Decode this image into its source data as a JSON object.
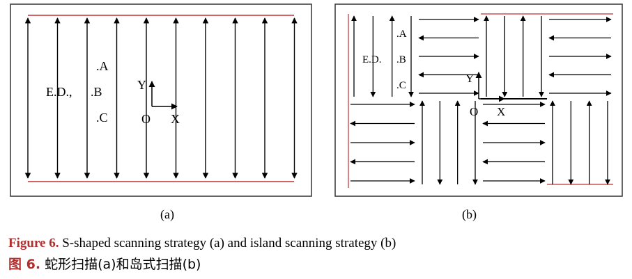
{
  "panels": {
    "a": {
      "sublabel": "(a)",
      "points": [
        "E.D.,",
        ".A",
        ".B",
        ".C"
      ],
      "axes": {
        "y": "Y",
        "x": "X",
        "origin": "O"
      }
    },
    "b": {
      "sublabel": "(b)",
      "points": [
        "E.D.",
        ".A",
        ".B",
        ".C"
      ],
      "axes": {
        "y": "Y",
        "x": "X",
        "origin": "O"
      }
    }
  },
  "caption": {
    "en_label": "Figure 6.",
    "en_text": " S-shaped scanning strategy (a) and island scanning strategy (b)",
    "zh_label": "图 6.",
    "zh_text": " 蛇形扫描(a)和岛式扫描(b)"
  },
  "colors": {
    "boundary": "#c03030",
    "line": "#000000",
    "frame": "#333333"
  }
}
